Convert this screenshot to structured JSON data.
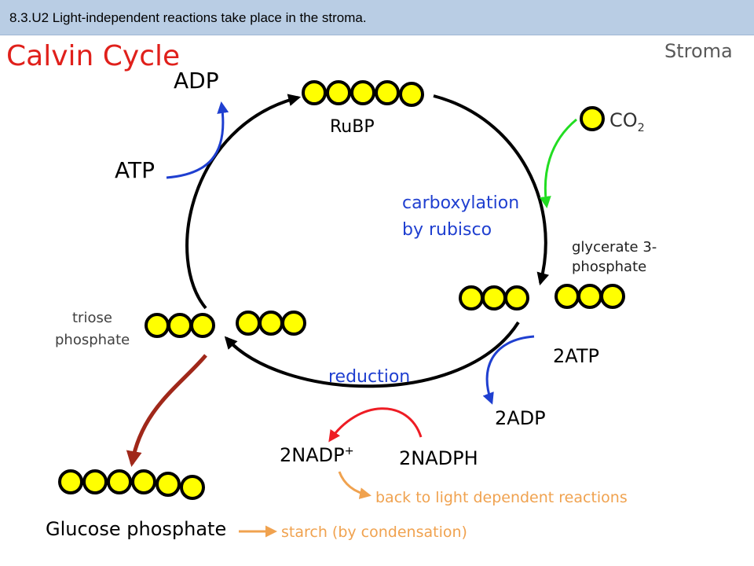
{
  "header": {
    "text": "8.3.U2 Light-independent reactions take place in the stroma."
  },
  "title": "Calvin Cycle",
  "region_label": "Stroma",
  "labels": {
    "adp": "ADP",
    "atp": "ATP",
    "rubp": "RuBP",
    "co2": "CO",
    "co2_sub": "2",
    "carboxylation_1": "carboxylation",
    "carboxylation_2": "by rubisco",
    "glycerate_1": "glycerate 3-",
    "glycerate_2": "phosphate",
    "triose_1": "triose",
    "triose_2": "phosphate",
    "two_atp": "2ATP",
    "two_adp": "2ADP",
    "reduction": "reduction",
    "two_nadp": "2NADP",
    "two_nadp_sup": "+",
    "two_nadph": "2NADPH",
    "back_to_light": "back to light dependent reactions",
    "glucose_phosphate": "Glucose phosphate",
    "starch": "starch (by condensation)"
  },
  "colors": {
    "title_red": "#e0201b",
    "header_bg": "#b9cde4",
    "molecule_yellow": "#ffff00",
    "arrow_blue": "#1f3fd0",
    "arrow_green": "#22dd22",
    "arrow_red": "#ee1c24",
    "arrow_brown": "#a0281a",
    "arrow_orange": "#f0a24f"
  }
}
